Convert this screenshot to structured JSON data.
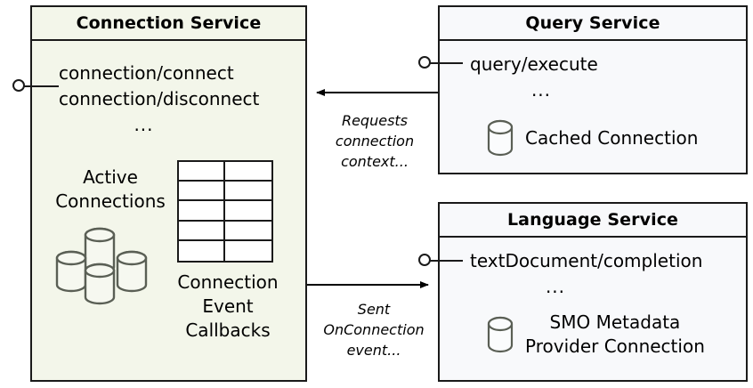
{
  "diagram": {
    "type": "component-architecture-diagram",
    "colors": {
      "connection_service_fill": "#f3f6ea",
      "other_service_fill": "#f8f9fb",
      "border": "#1a1a1a",
      "cylinder_stroke": "#5a5f55",
      "canvas": "#ffffff"
    }
  },
  "connection_service": {
    "title": "Connection Service",
    "operations": [
      "connection/connect",
      "connection/disconnect"
    ],
    "ellipsis": "...",
    "active_connections_caption_line1": "Active",
    "active_connections_caption_line2": "Connections",
    "callbacks_caption_line1": "Connection",
    "callbacks_caption_line2": "Event",
    "callbacks_caption_line3": "Callbacks",
    "callback_table": {
      "rows": 5,
      "columns": 2
    },
    "cylinder_count": 4
  },
  "query_service": {
    "title": "Query Service",
    "operations": [
      "query/execute"
    ],
    "ellipsis": "...",
    "store_label": "Cached Connection"
  },
  "language_service": {
    "title": "Language Service",
    "operations": [
      "textDocument/completion"
    ],
    "ellipsis": "...",
    "store_label_line1": "SMO Metadata",
    "store_label_line2": "Provider Connection"
  },
  "edges": {
    "query_to_connection": {
      "label_line1": "Requests",
      "label_line2": "connection",
      "label_line3": "context...",
      "direction": "query-service-to-connection-service"
    },
    "connection_to_language": {
      "label_line1": "Sent",
      "label_line2": "OnConnection",
      "label_line3": "event...",
      "direction": "connection-service-to-language-service"
    }
  }
}
